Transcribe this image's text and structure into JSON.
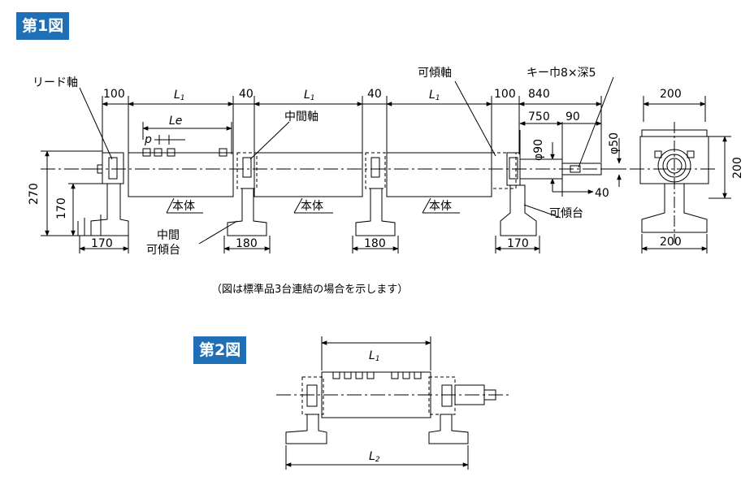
{
  "figure1": {
    "badge": "第1図",
    "labels": {
      "lead_shaft": "リード軸",
      "intermediate_shaft": "中間軸",
      "tilting_shaft": "可傾軸",
      "key_spec": "キー巾8×深5",
      "body_1": "本体",
      "body_2": "本体",
      "body_3": "本体",
      "intermediate_tilt_base": "中間\n可傾台",
      "tilt_base": "可傾台",
      "pitch": "p",
      "Le": "Le",
      "L1_a": "L",
      "L1_b": "L",
      "L1_c": "L",
      "L1_sub": "1"
    },
    "dimensions": {
      "d_100_left": "100",
      "d_40_a": "40",
      "d_40_b": "40",
      "d_100_right": "100",
      "d_840": "840",
      "d_750": "750",
      "d_90_top": "90",
      "d_phi90": "φ90",
      "d_phi50": "φ50",
      "d_40_shaft": "40",
      "d_270": "270",
      "d_170_vert": "170",
      "d_170_left": "170",
      "d_180_a": "180",
      "d_180_b": "180",
      "d_170_right": "170",
      "d_200_top": "200",
      "d_200_right": "200",
      "d_200_bottom": "200"
    },
    "caption": "（図は標準品3台連結の場合を示します）"
  },
  "figure2": {
    "badge": "第2図",
    "labels": {
      "L1": "L",
      "L1_sub": "1",
      "L2": "L",
      "L2_sub": "2"
    }
  }
}
